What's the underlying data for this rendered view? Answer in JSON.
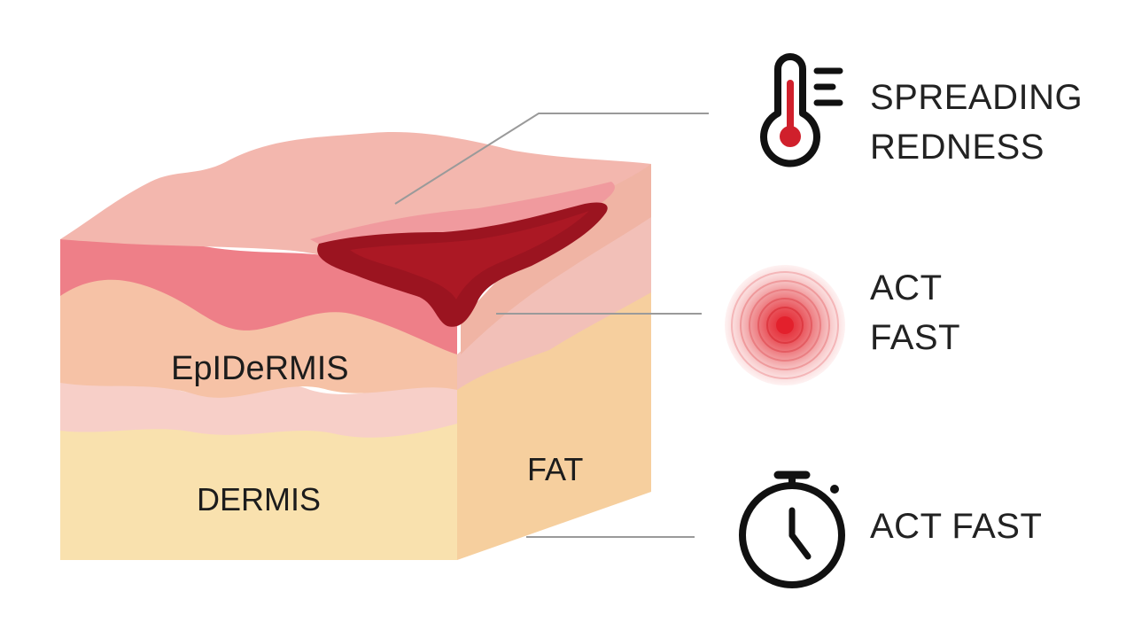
{
  "diagram": {
    "layers": {
      "epidermis": "EpIDeRMIS",
      "dermis": "DERMIS",
      "fat": "FAT"
    },
    "callouts": [
      {
        "icon": "thermometer-icon",
        "lines": [
          "SPREADING",
          "REDNESS"
        ]
      },
      {
        "icon": "target-icon",
        "lines": [
          "ACT",
          "FAST"
        ]
      },
      {
        "icon": "stopwatch-icon",
        "lines": [
          "ACT FAST"
        ]
      }
    ],
    "colors": {
      "wound": "#9b1420",
      "accent_red": "#d0202c",
      "epidermis_pink": "#f0a8a8",
      "dermis_cream": "#f9dfa8",
      "fat_tan": "#f6c99a"
    }
  }
}
